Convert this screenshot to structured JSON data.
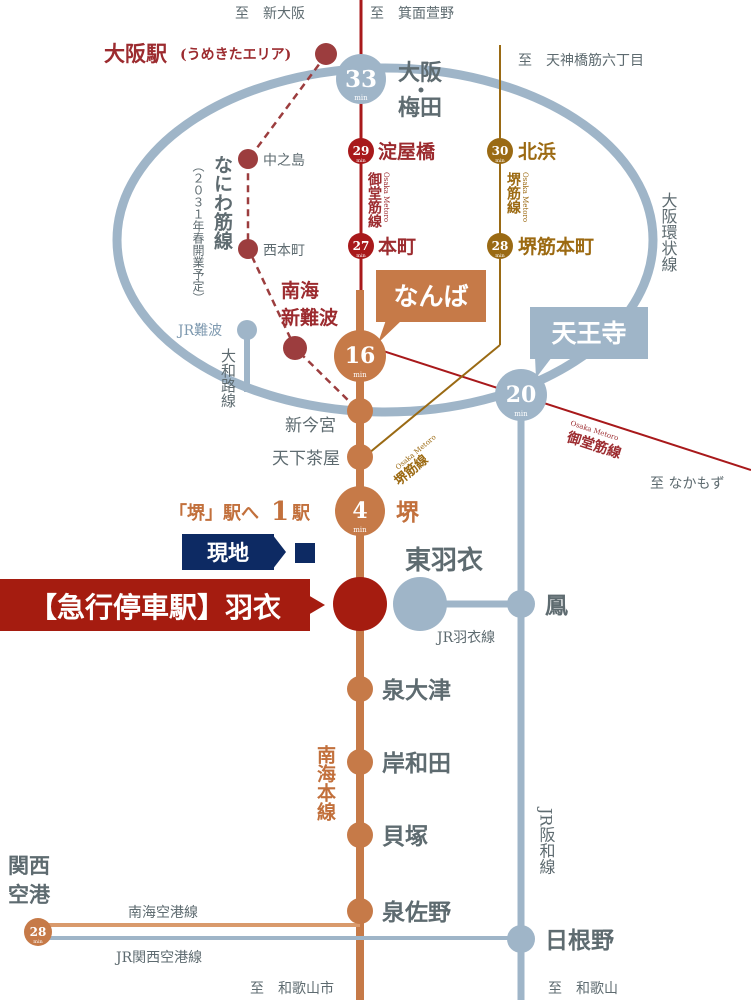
{
  "colors": {
    "nankai_main": "#c67a48",
    "nankai_airport": "#d99a6c",
    "midosuji": "#a8191b",
    "sakaisuji": "#9a6a14",
    "naniwa": "#9c3d3e",
    "jr": "#9fb5c8",
    "current_site": "#0d2a63",
    "hagoromo": "#a51c10",
    "label_gray": "#5e6b70"
  },
  "top_labels": {
    "shin_osaka": "至　新大阪",
    "minoh_kayano": "至　箕面萱野",
    "tenjinbashi": "至　天神橋筋六丁目"
  },
  "bottom_labels": {
    "wakayamashi": "至　和歌山市",
    "wakayama": "至　和歌山",
    "nakamozu": "至 なかもず"
  },
  "stations": {
    "osaka_ekimae": {
      "name": "大阪駅",
      "sub": "(うめきたエリア)"
    },
    "umeda": {
      "name1": "大阪",
      "name2": "梅田",
      "minutes": "33",
      "unit": "min"
    },
    "nakanoshima": {
      "name": "中之島"
    },
    "nishihonmachi": {
      "name": "西本町"
    },
    "jr_namba": {
      "name": "JR難波"
    },
    "shin_namba": {
      "name1": "南海",
      "name2": "新難波"
    },
    "yodoyabashi": {
      "name": "淀屋橋",
      "minutes": "29",
      "unit": "min"
    },
    "honmachi": {
      "name": "本町",
      "minutes": "27",
      "unit": "min"
    },
    "kitahama": {
      "name": "北浜",
      "minutes": "30",
      "unit": "min"
    },
    "sakaisuji_honmachi": {
      "name": "堺筋本町",
      "minutes": "28",
      "unit": "min"
    },
    "namba": {
      "name": "なんば",
      "minutes": "16",
      "unit": "min"
    },
    "tennoji": {
      "name": "天王寺",
      "minutes": "20",
      "unit": "min"
    },
    "imamiya": {
      "name": "新今宮"
    },
    "tengachaya": {
      "name": "天下茶屋"
    },
    "sakai": {
      "name": "堺",
      "minutes": "4",
      "unit": "min",
      "note_pre": "「堺」駅へ",
      "note_num": "1",
      "note_post": "駅"
    },
    "genchi": {
      "name": "現地"
    },
    "hagoromo": {
      "name": "【急行停車駅】羽衣"
    },
    "higashi_hagoromo": {
      "name": "東羽衣"
    },
    "otori": {
      "name": "鳳"
    },
    "izumiotsu": {
      "name": "泉大津"
    },
    "kishiwada": {
      "name": "岸和田"
    },
    "kaizuka": {
      "name": "貝塚"
    },
    "izumisano": {
      "name": "泉佐野"
    },
    "hineno": {
      "name": "日根野"
    },
    "kix": {
      "name1": "関西",
      "name2": "空港",
      "minutes": "28",
      "unit": "min"
    }
  },
  "line_labels": {
    "naniwa": "なにわ筋線",
    "naniwa_note": "（２０３１年春開業予定）",
    "midosuji_v_osaka": "Osaka Metoro",
    "midosuji_v": "御堂筋線",
    "sakaisuji_v_osaka": "Osaka Metoro",
    "sakaisuji_v": "堺筋線",
    "loop": "大阪環状線",
    "yamatoji": "大和路線",
    "sakaisuji_diag_osaka": "Osaka Metoro",
    "sakaisuji_diag": "堺筋線",
    "midosuji_diag_osaka": "Osaka Metoro",
    "midosuji_diag": "御堂筋線",
    "jr_hagoromo": "JR羽衣線",
    "nankai_main": "南海本線",
    "jr_hanwa": "JR阪和線",
    "nankai_airport": "南海空港線",
    "jr_kansai_airport": "JR関西空港線"
  }
}
